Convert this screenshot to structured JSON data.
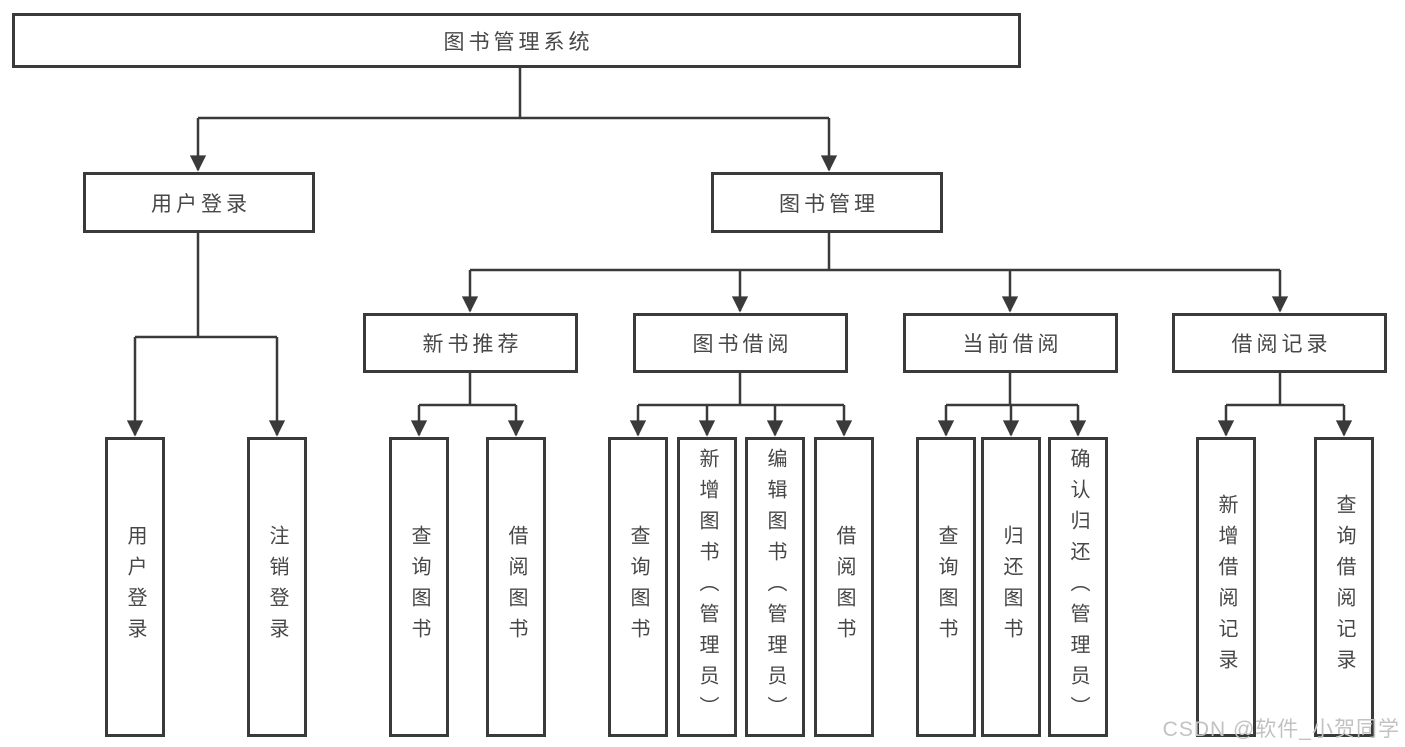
{
  "diagram": {
    "root": {
      "label": "图书管理系统",
      "children": [
        {
          "label": "用户登录",
          "children": [
            {
              "label": "用户登录"
            },
            {
              "label": "注销登录"
            }
          ]
        },
        {
          "label": "图书管理",
          "children": [
            {
              "label": "新书推荐",
              "children": [
                {
                  "label": "查询图书"
                },
                {
                  "label": "借阅图书"
                }
              ]
            },
            {
              "label": "图书借阅",
              "children": [
                {
                  "label": "查询图书"
                },
                {
                  "label": "新增图书（管理员）"
                },
                {
                  "label": "编辑图书（管理员）"
                },
                {
                  "label": "借阅图书"
                }
              ]
            },
            {
              "label": "当前借阅",
              "children": [
                {
                  "label": "查询图书"
                },
                {
                  "label": "归还图书"
                },
                {
                  "label": "确认归还（管理员）"
                }
              ]
            },
            {
              "label": "借阅记录",
              "children": [
                {
                  "label": "新增借阅记录"
                },
                {
                  "label": "查询借阅记录"
                }
              ]
            }
          ]
        }
      ]
    }
  },
  "watermark": {
    "text": "CSDN @软件_小贺同学"
  },
  "colors": {
    "line": "#3a3a3a",
    "text": "#474747",
    "watermark": "#c2c2c2",
    "background": "#ffffff"
  }
}
